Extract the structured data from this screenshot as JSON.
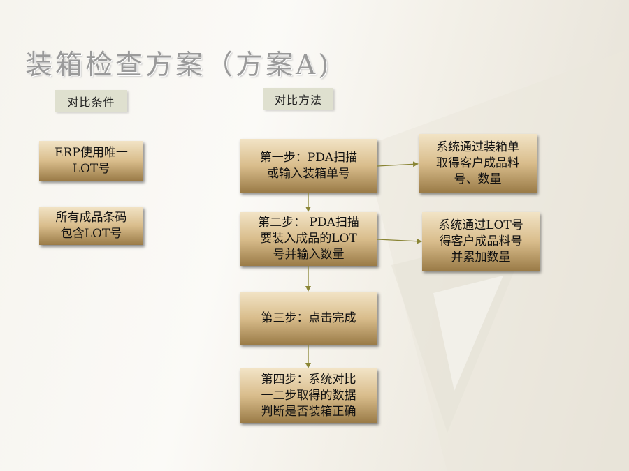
{
  "title": "装箱检查方案（方案A)",
  "headers": {
    "left": "对比条件",
    "right": "对比方法"
  },
  "conditions": [
    "ERP使用唯一\nLOT号",
    "所有成品条码\n包含LOT号"
  ],
  "steps": [
    "第一步：PDA扫描\n或输入装箱单号",
    "第二步： PDA扫描\n要装入成品的LOT\n号并输入数量",
    "第三步：点击完成",
    "第四步：系统对比\n一二步取得的数据\n判断是否装箱正确"
  ],
  "results": [
    "系统通过装箱单\n取得客户成品料\n号、数量",
    "系统通过LOT号\n得客户成品料号\n并累加数量"
  ],
  "colors": {
    "arrow": "#8a8535",
    "box_light": "#f2e4c6",
    "box_dark": "#9a7b47",
    "tag": "#dfe0cf"
  }
}
